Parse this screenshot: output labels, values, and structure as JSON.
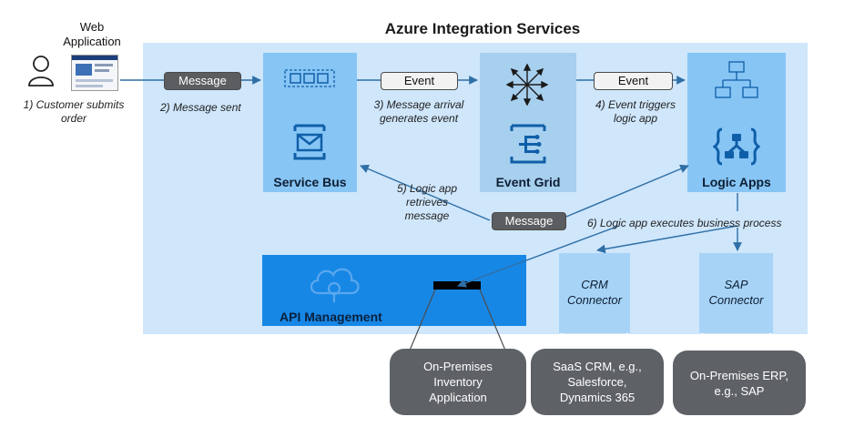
{
  "title": "Azure Integration Services",
  "actor": {
    "label": "Web Application",
    "user_icon": "person-icon",
    "app_icon": "browser-window-icon"
  },
  "steps": {
    "s1": "1) Customer submits order",
    "s2": "2) Message sent",
    "s3": "3) Message arrival generates event",
    "s4": "4) Event triggers logic app",
    "s5": "5) Logic app retrieves message",
    "s6": "6) Logic app executes business process"
  },
  "tokens": {
    "message_1": "Message",
    "event_1": "Event",
    "event_2": "Event",
    "message_2": "Message"
  },
  "services": {
    "service_bus": "Service Bus",
    "event_grid": "Event Grid",
    "logic_apps": "Logic Apps",
    "api_management": "API Management"
  },
  "connectors": {
    "crm": "CRM Connector",
    "sap": "SAP Connector"
  },
  "targets": {
    "inventory": "On-Premises Inventory Application",
    "crm": "SaaS CRM, e.g., Salesforce, Dynamics 365",
    "erp": "On-Premises ERP, e.g., SAP"
  },
  "colors": {
    "integration_background": "#cfe6fb",
    "service_tile": "#87c5f5",
    "event_grid_tile": "#a7cfee",
    "api_management": "#1787e6",
    "connector_tile": "#a7d3f7",
    "on_premises": "#5e6266",
    "arrow": "#2f6fa6",
    "icon": "#0f5fa8"
  }
}
